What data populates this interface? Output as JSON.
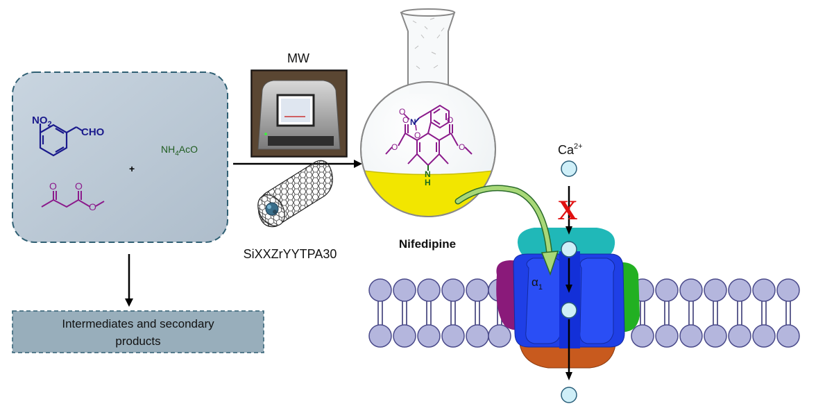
{
  "reactants": {
    "nitro_group": "NO",
    "nitro_sub": "2",
    "aldehyde": "CHO",
    "plus": "+",
    "ammonium_acetate": {
      "pre": "NH",
      "sub": "4",
      "post": "AcO"
    },
    "ester_o_keto": "O",
    "ester_o_carbonyl": "O",
    "ester_o_methoxy": "O"
  },
  "microwave_label": "MW",
  "catalyst_label": "SiXXZrYYTPA30",
  "product_label": "Nifedipine",
  "product_atoms": {
    "nitro_n": "N",
    "nitro_o1": "O",
    "nitro_o2": "O",
    "nh": "N",
    "h": "H",
    "ester_o_left_top": "O",
    "ester_o_left_me": "O",
    "ester_o_right_top": "O",
    "ester_o_right_me": "O"
  },
  "byproducts_label_line1": "Intermediates and secondary",
  "byproducts_label_line2": "products",
  "calcium_label": "Ca",
  "calcium_charge": "2+",
  "block_mark": "X",
  "subunit_label": "α",
  "subunit_sub": "1",
  "colors": {
    "reactant_box": "#bdcbd8",
    "reactant_border": "#2f5f73",
    "byproduct_box": "#98aebb",
    "navy": "#1a1a8c",
    "purple": "#8b1a8b",
    "green_text": "#1f5c1f",
    "flask_liquid": "#f2e600",
    "membrane_head": "#b4b6dd",
    "channel_blue": "#1f3fe6",
    "channel_teal": "#20b8b8",
    "channel_orange": "#c85a1e",
    "channel_green": "#22b022",
    "channel_purple": "#8a1a7a",
    "ion": "#cfeff8",
    "block_red": "#e01010"
  }
}
